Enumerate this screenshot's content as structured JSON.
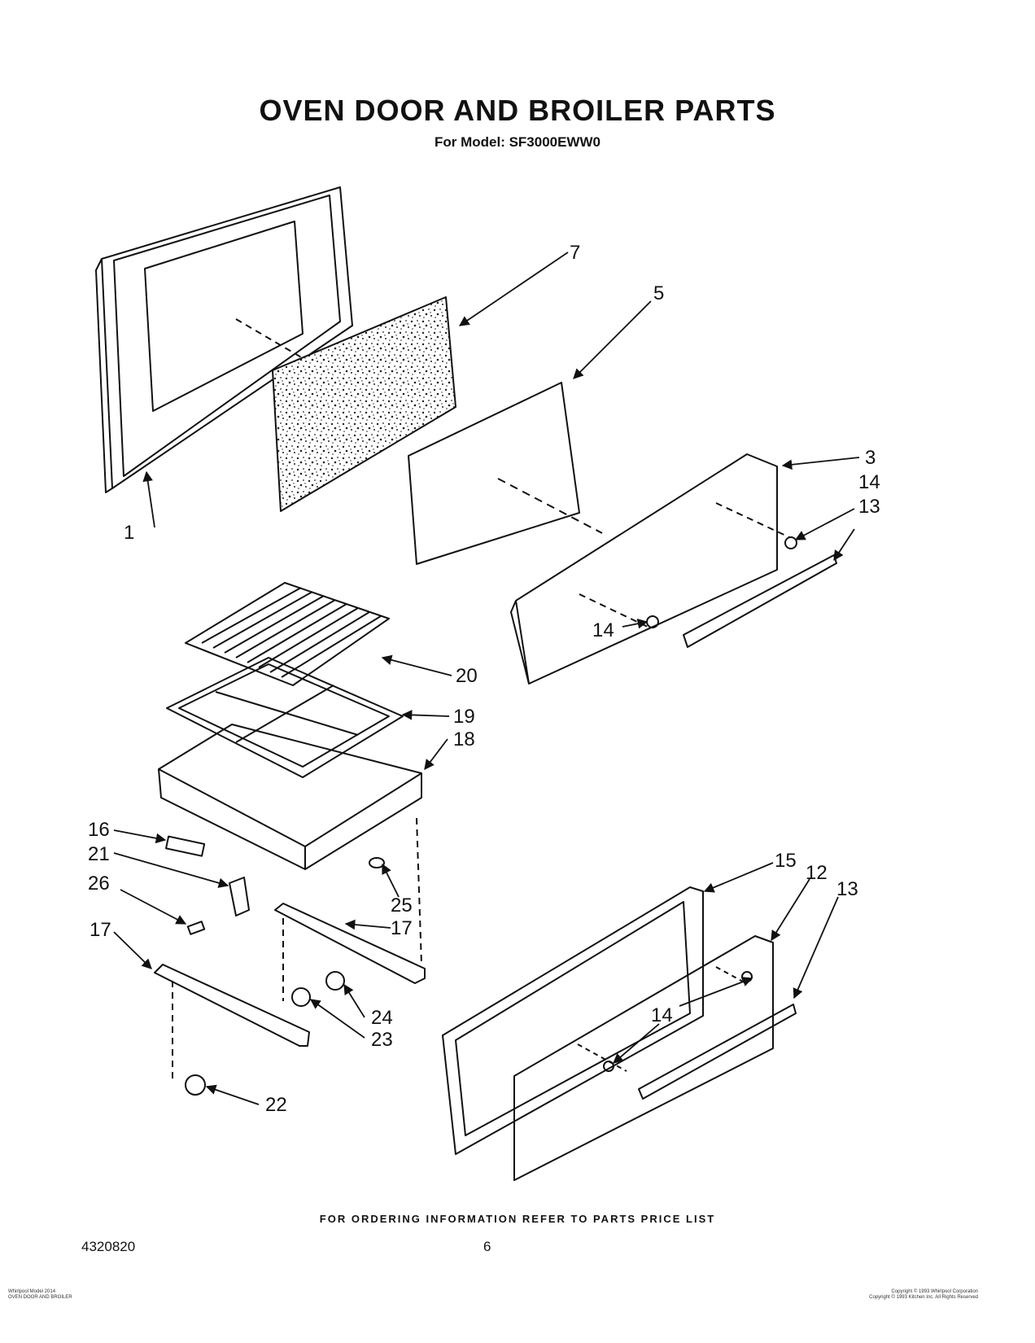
{
  "header": {
    "title": "OVEN DOOR AND BROILER PARTS",
    "subtitle": "For Model: SF3000EWW0"
  },
  "callouts": {
    "c1": "1",
    "c7": "7",
    "c5": "5",
    "c3": "3",
    "c14a": "14",
    "c13a": "13",
    "c14b": "14",
    "c20": "20",
    "c19": "19",
    "c18": "18",
    "c16": "16",
    "c21": "21",
    "c26": "26",
    "c25": "25",
    "c17a": "17",
    "c17b": "17",
    "c24": "24",
    "c23": "23",
    "c22": "22",
    "c15": "15",
    "c12": "12",
    "c13b": "13",
    "c14c": "14"
  },
  "footer": {
    "ordering_note": "FOR ORDERING INFORMATION REFER TO PARTS PRICE LIST",
    "doc_number": "4320820",
    "page_number": "6",
    "fine_left_1": "Whirlpool Model 2014",
    "fine_left_2": "OVEN DOOR AND BROILER",
    "fine_right_1": "Copyright © 1993 Whirlpool Corporation",
    "fine_right_2": "Copyright © 1993 Kitchen Inc. All Rights Reserved"
  }
}
